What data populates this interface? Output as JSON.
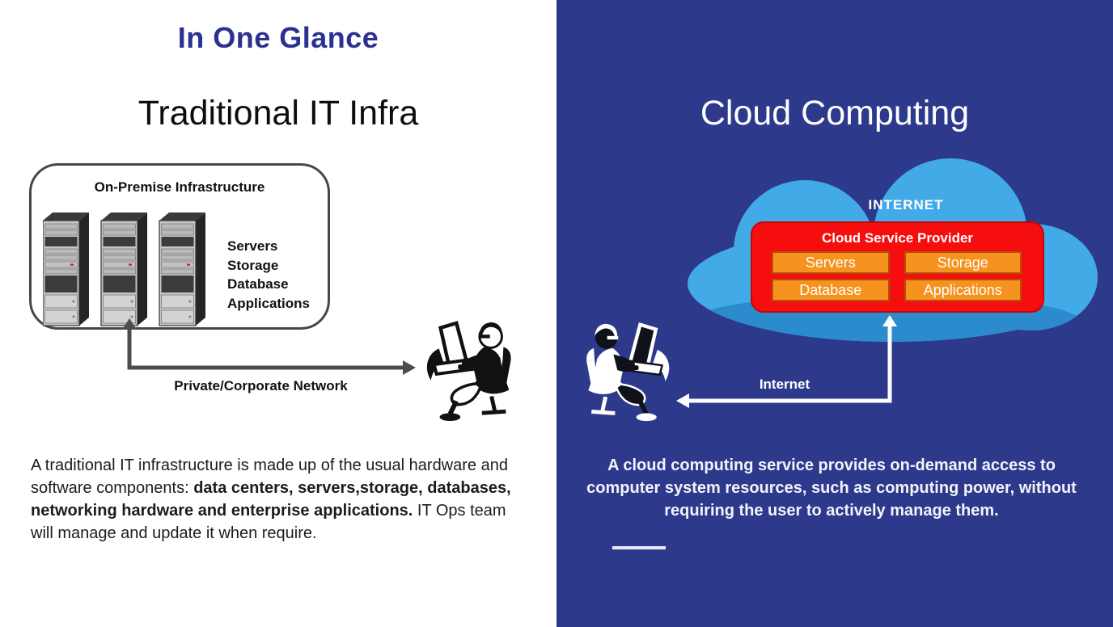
{
  "slide": {
    "title": "In One Glance"
  },
  "left_panel": {
    "heading": "Traditional IT Infra",
    "onprem_box": {
      "title": "On-Premise Infrastructure",
      "components": [
        "Servers",
        "Storage",
        "Database",
        "Applications"
      ]
    },
    "network_label": "Private/Corporate Network",
    "description_part1": "A traditional IT infrastructure is made up of the usual hardware and software components: ",
    "description_bold": "data centers, servers,storage, databases, networking hardware and enterprise applications.",
    "description_part2": " IT Ops team will manage and update it when require."
  },
  "right_panel": {
    "heading": "Cloud Computing",
    "cloud_label": "INTERNET",
    "provider_box": {
      "title": "Cloud Service Provider",
      "services": [
        "Servers",
        "Storage",
        "Database",
        "Applications"
      ]
    },
    "network_label": "Internet",
    "description": "A cloud computing service provides on-demand access to computer system resources, such as computing power, without requiring the user to actively manage them."
  },
  "colors": {
    "accent_title_blue": "#2a3190",
    "right_background": "#2d3a8c",
    "cloud_blue": "#43aae8",
    "cloud_shade_blue": "#2b8bcc",
    "provider_red": "#f60d0e",
    "service_orange": "#f6921e",
    "arrow_gray": "#4d4d4d",
    "arrow_white": "#ffffff"
  }
}
